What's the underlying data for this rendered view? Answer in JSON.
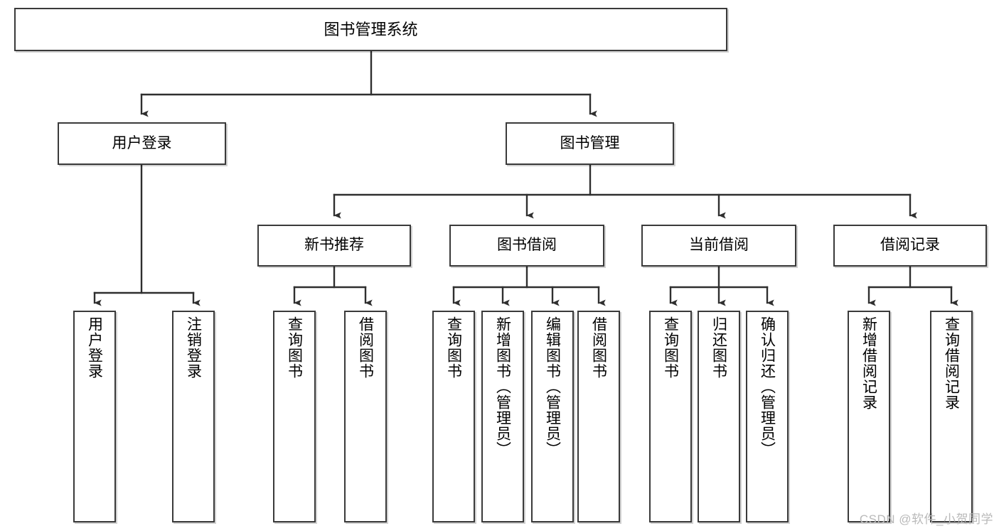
{
  "diagram": {
    "type": "tree",
    "title": "图书管理系统",
    "root": {
      "label": "图书管理系统"
    },
    "level2": [
      {
        "label": "用户登录"
      },
      {
        "label": "图书管理"
      }
    ],
    "level3": [
      {
        "label": "新书推荐"
      },
      {
        "label": "图书借阅"
      },
      {
        "label": "当前借阅"
      },
      {
        "label": "借阅记录"
      }
    ],
    "leaves": {
      "user_login": [
        {
          "label": "用户登录"
        },
        {
          "label": "注销登录"
        }
      ],
      "new_book_recommend": [
        {
          "label": "查询图书"
        },
        {
          "label": "借阅图书"
        }
      ],
      "book_borrow": [
        {
          "label": "查询图书"
        },
        {
          "label": "新增图书（管理员）"
        },
        {
          "label": "编辑图书（管理员）"
        },
        {
          "label": "借阅图书"
        }
      ],
      "current_borrow": [
        {
          "label": "查询图书"
        },
        {
          "label": "归还图书"
        },
        {
          "label": "确认归还（管理员）"
        }
      ],
      "borrow_record": [
        {
          "label": "新增借阅记录"
        },
        {
          "label": "查询借阅记录"
        }
      ]
    }
  },
  "watermark": {
    "text": "CSDN @软件_小贺同学"
  },
  "colors": {
    "stroke": "#3a3a3a",
    "fill": "#ffffff",
    "text": "#000000",
    "watermark": "#b9b9b9"
  }
}
